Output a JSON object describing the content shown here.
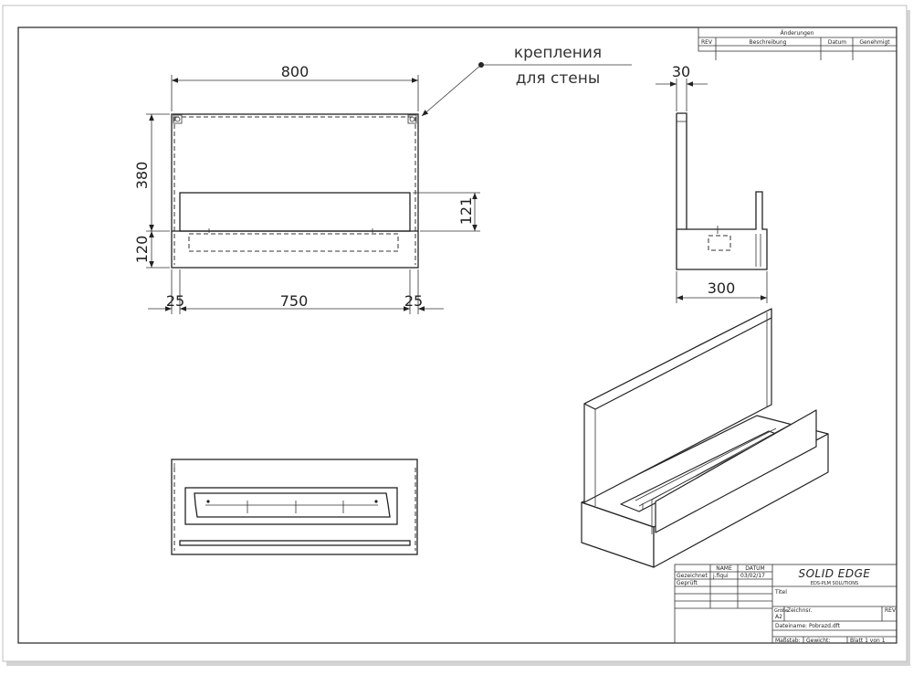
{
  "annotations": {
    "callout_line1": "крепления",
    "callout_line2": "для стены"
  },
  "dimensions": {
    "front_width": "800",
    "front_height_upper": "380",
    "front_height_lower": "120",
    "panel_height": "121",
    "bottom_left_offset": "25",
    "bottom_middle": "750",
    "bottom_right_offset": "25",
    "side_thickness": "30",
    "side_depth": "300"
  },
  "revision_table": {
    "header": "Änderungen",
    "col_rev": "REV",
    "col_description": "Beschreibung",
    "col_date": "Datum",
    "col_approved": "Genehmigt"
  },
  "title_block": {
    "col_name": "NAME",
    "col_date": "DATUM",
    "row_drawn": "Gezeichnet",
    "drawn_name": "j.fiqui",
    "drawn_date": "03/02/17",
    "row_checked": "Geprüft",
    "logo_main": "SOLID EDGE",
    "logo_sub": "EDS-PLM SOLUTIONS",
    "title_label": "Titel",
    "size_label": "Größe",
    "size_value": "A2",
    "drawing_no_label": "Zeichnsr.",
    "rev_label": "REV",
    "filename": "Dateiname: Pobrazd.dft",
    "scale_label": "Maßstab:",
    "weight_label": "Gewicht:",
    "sheet_label": "Blatt 1 von 1"
  }
}
